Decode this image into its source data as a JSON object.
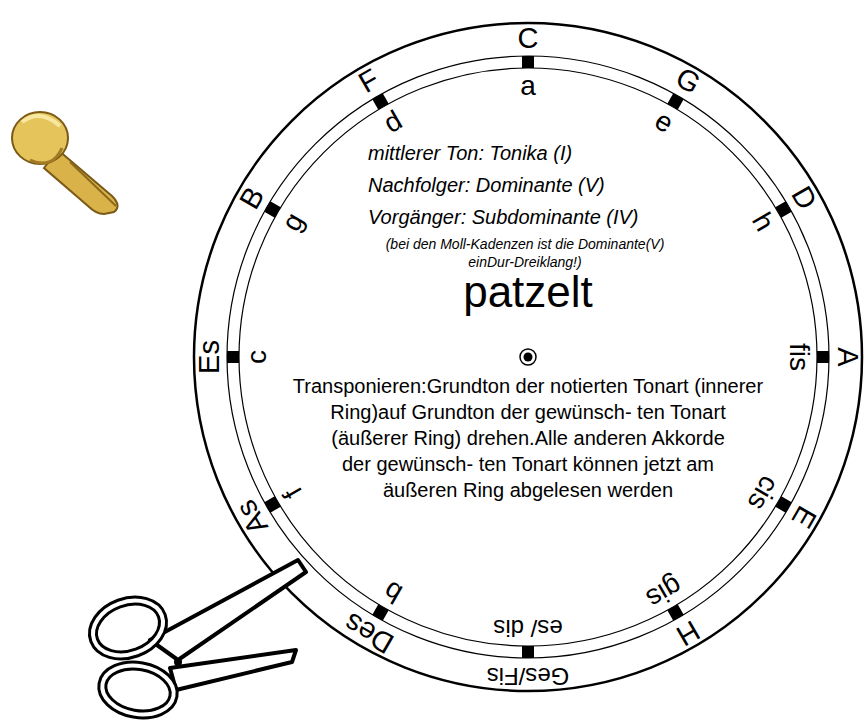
{
  "diagram": {
    "nodes": [
      {
        "text": [
          "mittlerer Ton: Tonika (I)",
          "Nachfolger: Dominante (V)",
          "Vorgänger: Subdominante (IV)",
          "(bei den Moll-Kadenzen ist die Dominante(V) einDur-Dreiklang!)",
          "Transponieren:Grundton der notierten Tonart (innerer Ring)auf Grundton der gewünsch- ten Tonart (äußerer Ring) drehen.Alle anderen Akkorde der gewünsch- ten Tonart können jetzt am äußeren Ring abgelesen werden"
        ]
      }
    ],
    "labels": [
      "C",
      "G",
      "D",
      "A",
      "E",
      "H",
      "Ges/Fis",
      "Des",
      "As",
      "Es",
      "B",
      "F",
      "a",
      "e",
      "h",
      "fis",
      "cis",
      "gis",
      "es/ dis",
      "b",
      "f",
      "c",
      "g",
      "d",
      "patzelt"
    ]
  }
}
